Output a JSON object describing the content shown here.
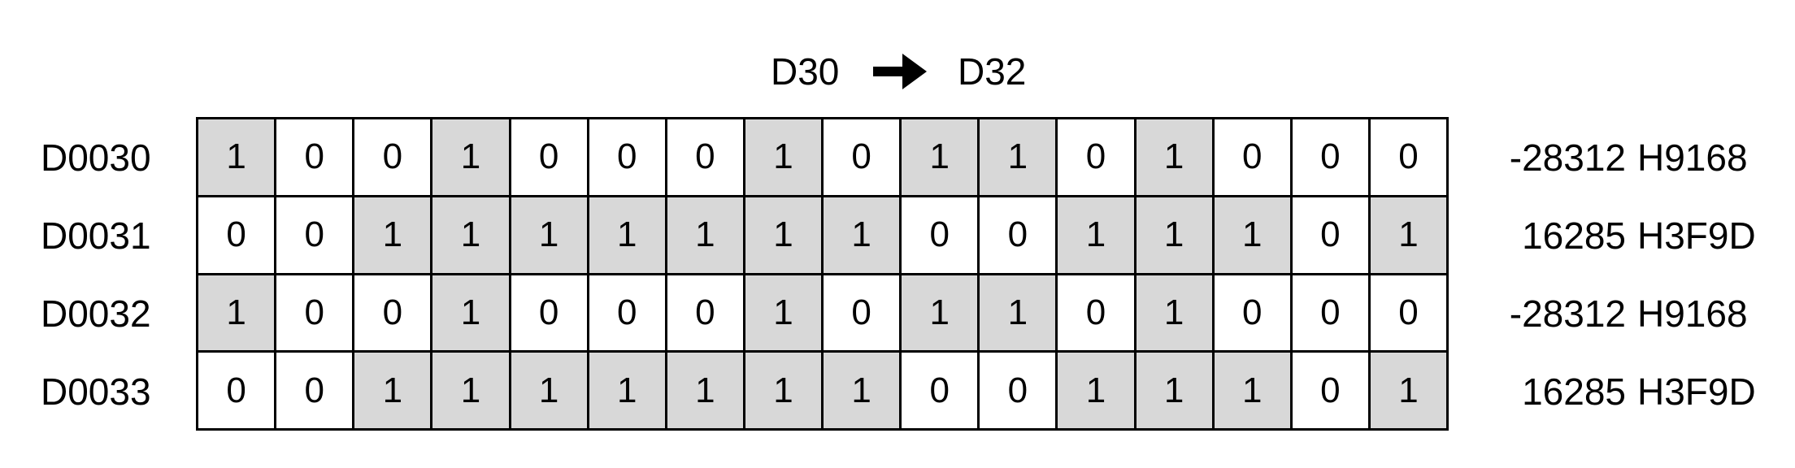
{
  "header": {
    "source": "D30",
    "destination": "D32",
    "arrow_icon": "right-arrow-icon"
  },
  "colors": {
    "bit_on_fill": "#d8d8d8",
    "bit_off_fill": "#ffffff",
    "grid_line": "#000000"
  },
  "registers": [
    {
      "label": "D0030",
      "bits": [
        "1",
        "0",
        "0",
        "1",
        "0",
        "0",
        "0",
        "1",
        "0",
        "1",
        "1",
        "0",
        "1",
        "0",
        "0",
        "0"
      ],
      "decimal": "-28312",
      "hex": "H9168"
    },
    {
      "label": "D0031",
      "bits": [
        "0",
        "0",
        "1",
        "1",
        "1",
        "1",
        "1",
        "1",
        "1",
        "0",
        "0",
        "1",
        "1",
        "1",
        "0",
        "1"
      ],
      "decimal": "16285",
      "hex": "H3F9D"
    },
    {
      "label": "D0032",
      "bits": [
        "1",
        "0",
        "0",
        "1",
        "0",
        "0",
        "0",
        "1",
        "0",
        "1",
        "1",
        "0",
        "1",
        "0",
        "0",
        "0"
      ],
      "decimal": "-28312",
      "hex": "H9168"
    },
    {
      "label": "D0033",
      "bits": [
        "0",
        "0",
        "1",
        "1",
        "1",
        "1",
        "1",
        "1",
        "1",
        "0",
        "0",
        "1",
        "1",
        "1",
        "0",
        "1"
      ],
      "decimal": "16285",
      "hex": "H3F9D"
    }
  ]
}
